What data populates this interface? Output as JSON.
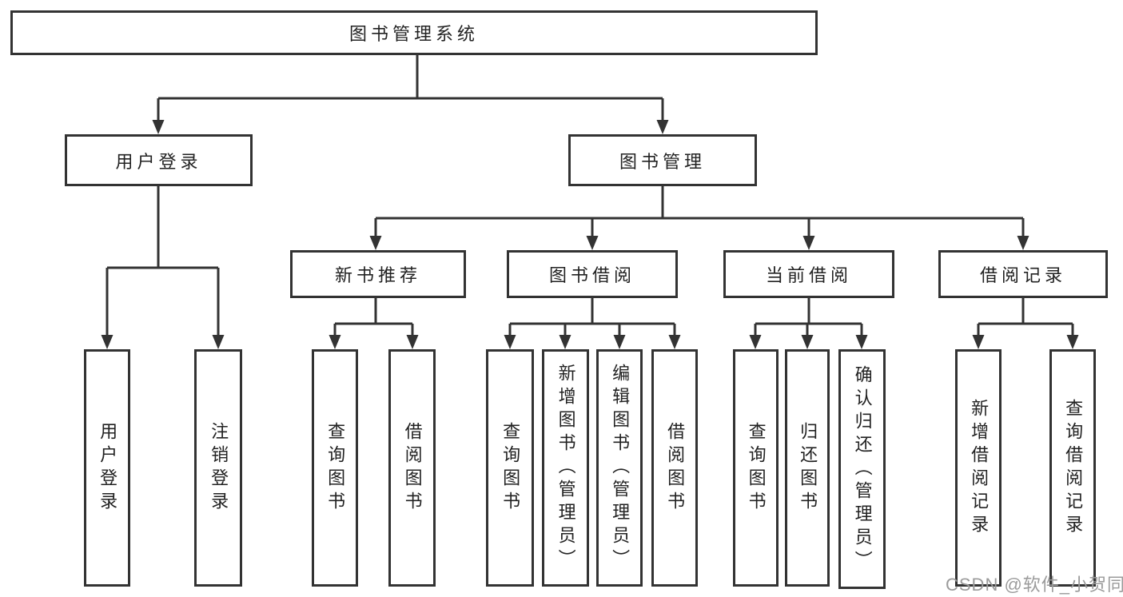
{
  "tree": {
    "label": "图书管理系统",
    "children": [
      {
        "label": "用户登录",
        "children": [
          {
            "label": "用户登录"
          },
          {
            "label": "注销登录"
          }
        ]
      },
      {
        "label": "图书管理",
        "children": [
          {
            "label": "新书推荐",
            "children": [
              {
                "label": "查询图书"
              },
              {
                "label": "借阅图书"
              }
            ]
          },
          {
            "label": "图书借阅",
            "children": [
              {
                "label": "查询图书"
              },
              {
                "label": "新增图书（管理员）"
              },
              {
                "label": "编辑图书（管理员）"
              },
              {
                "label": "借阅图书"
              }
            ]
          },
          {
            "label": "当前借阅",
            "children": [
              {
                "label": "查询图书"
              },
              {
                "label": "归还图书"
              },
              {
                "label": "确认归还（管理员）"
              }
            ]
          },
          {
            "label": "借阅记录",
            "children": [
              {
                "label": "新增借阅记录"
              },
              {
                "label": "查询借阅记录"
              }
            ]
          }
        ]
      }
    ]
  },
  "watermark": {
    "text": "CSDN @软件_小贺同学"
  },
  "colors": {
    "box_border": "#333333",
    "connector": "#333333",
    "text": "#222222",
    "watermark_text": "#9b9b9b",
    "background": "#ffffff"
  }
}
